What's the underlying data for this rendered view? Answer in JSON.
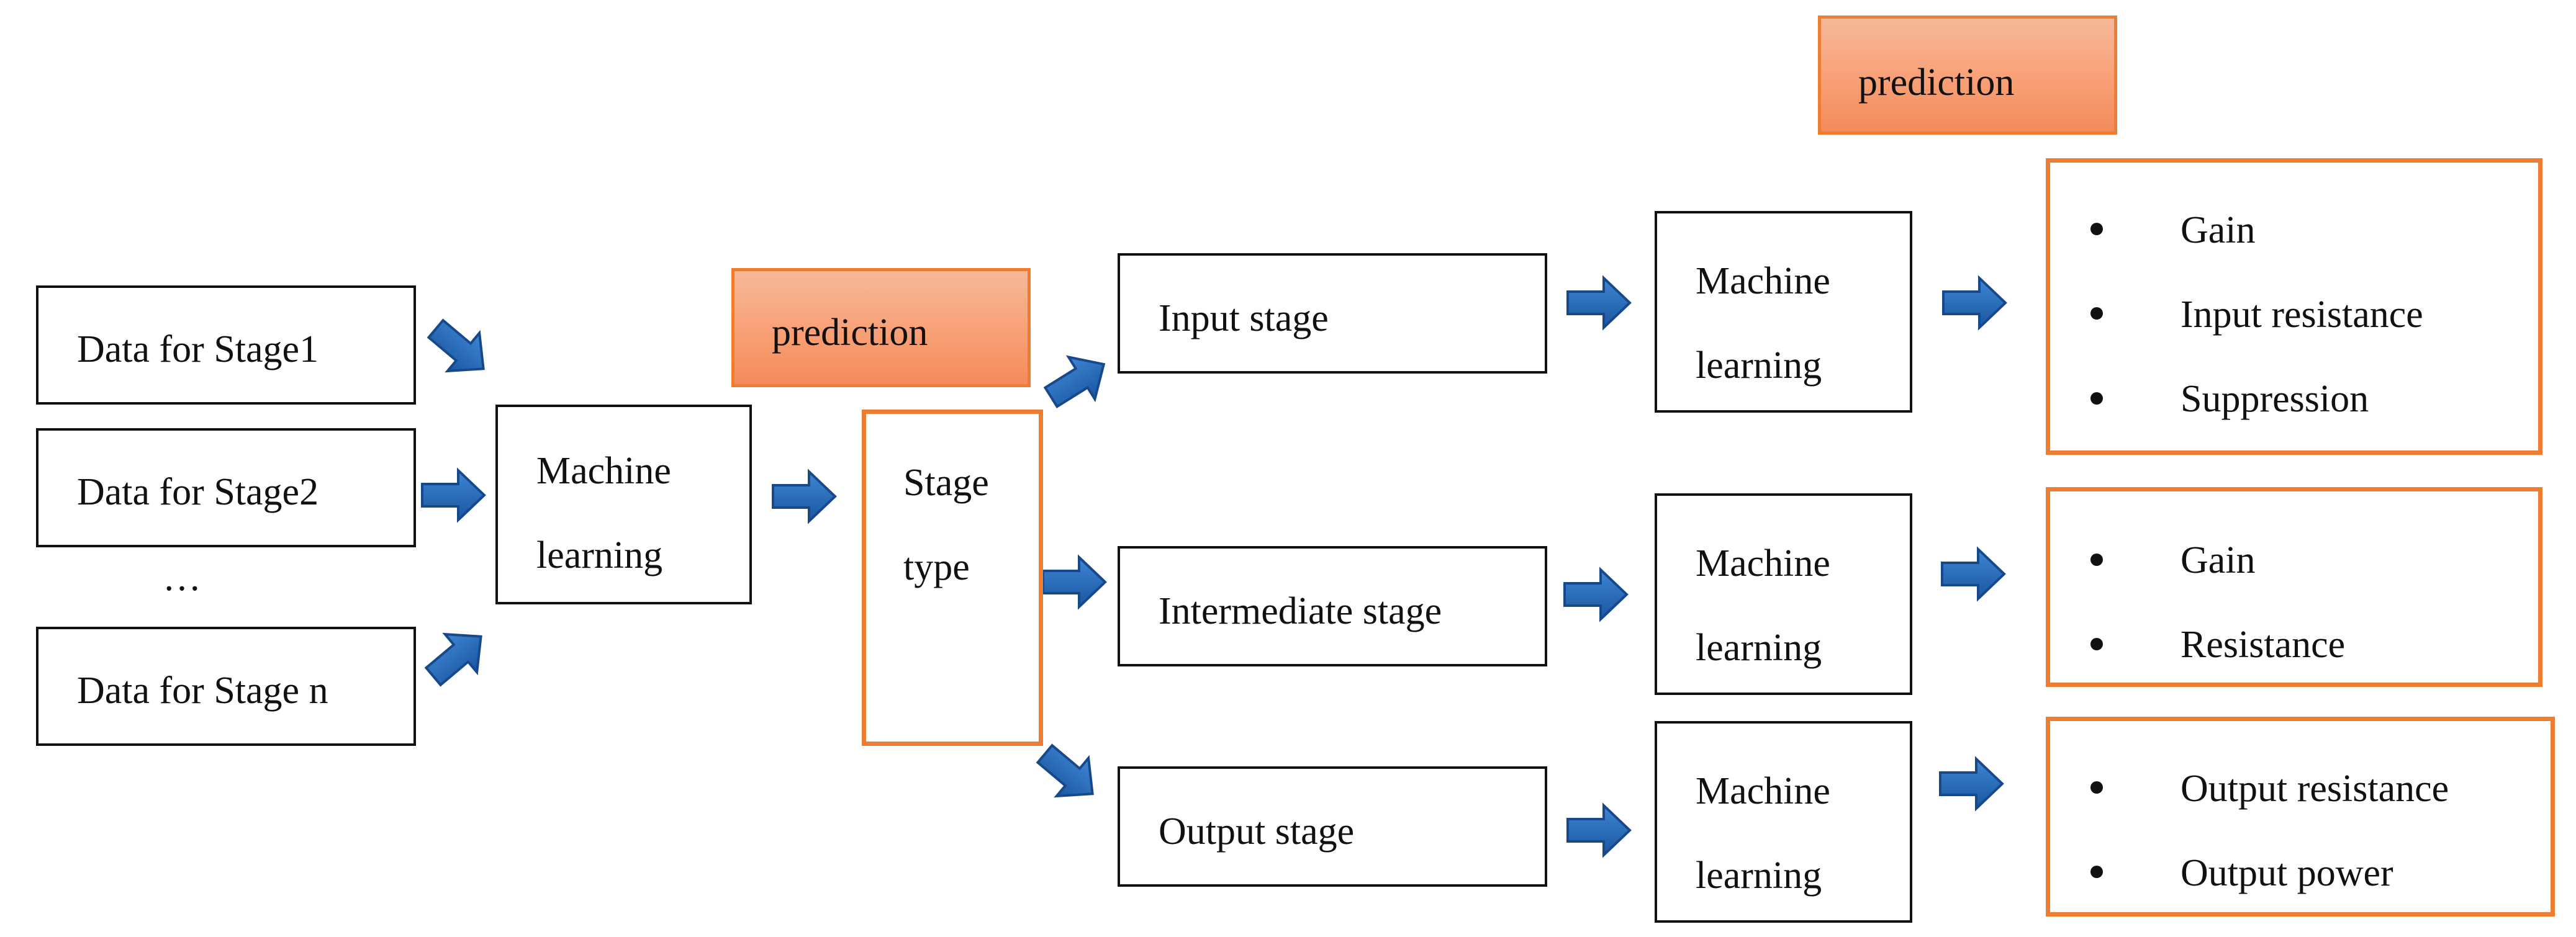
{
  "colors": {
    "box_border": "#111111",
    "highlight_border": "#ED7D31",
    "prediction_fill": "#F9A47C",
    "arrow": "#1F5FA8"
  },
  "data_boxes": [
    "Data for Stage1",
    "Data for Stage2",
    "Data for Stage n"
  ],
  "ellipsis": "…",
  "ml_main": {
    "line1": "Machine",
    "line2": "learning"
  },
  "prediction_label": "prediction",
  "stage_type": {
    "line1": "Stage",
    "line2": "type"
  },
  "stages": [
    {
      "label": "Input stage",
      "ml_line1": "Machine",
      "ml_line2": "learning",
      "outputs": [
        "Gain",
        "Input resistance",
        "Suppression"
      ]
    },
    {
      "label": "Intermediate stage",
      "ml_line1": "Machine",
      "ml_line2": "learning",
      "outputs": [
        "Gain",
        "Resistance"
      ]
    },
    {
      "label": "Output stage",
      "ml_line1": "Machine",
      "ml_line2": "learning",
      "outputs": [
        "Output resistance",
        "Output power"
      ]
    }
  ],
  "arrow_icon": "right-block-arrow-icon"
}
